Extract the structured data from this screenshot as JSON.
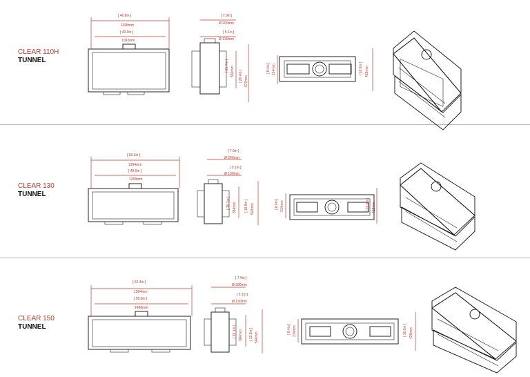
{
  "colors": {
    "dimension": "#c0392b",
    "drawing": "#222222",
    "separator": "#b8b8b8"
  },
  "models": [
    {
      "name": "CLEAR 110H",
      "type": "TUNNEL",
      "front": {
        "overall_in": "[ 46.8in ]",
        "overall_mm": "1188mm",
        "glass_in": "[ 43.0in ]",
        "glass_mm": "1092mm"
      },
      "side": {
        "flue_outer_in": "[ 7.9in ]",
        "flue_outer_mm": "Ø 200mm",
        "flue_inner_in": "[ 5.1in ]",
        "flue_inner_mm": "Ø 130mm",
        "h1_in": "[ 21.7in ]",
        "h1_mm": "550mm",
        "h2_in": "[ 26.4in ]",
        "h2_mm": "670mm"
      },
      "top": {
        "depth_in": "[ 8.4in ]",
        "depth_mm": "214mm",
        "width_in": "[ 16.9in ]",
        "width_mm": "428mm"
      }
    },
    {
      "name": "CLEAR 130",
      "type": "TUNNEL",
      "front": {
        "overall_in": "[ 53.3in ]",
        "overall_mm": "1354mm",
        "glass_in": "[ 49.5in ]",
        "glass_mm": "1258mm"
      },
      "side": {
        "flue_outer_in": "[ 7.9in ]",
        "flue_outer_mm": "Ø 200mm",
        "flue_inner_in": "[ 5.1in ]",
        "flue_inner_mm": "Ø 130mm",
        "h1_in": "[ 15.1in ]",
        "h1_mm": "384mm",
        "h2_in": "[ 19.8in ]",
        "h2_mm": "504mm"
      },
      "top": {
        "depth_in": "[ 8.4in ]",
        "depth_mm": "214mm",
        "width_in": "[ 16.9in ]",
        "width_mm": "428mm"
      }
    },
    {
      "name": "CLEAR 150",
      "type": "TUNNEL",
      "front": {
        "overall_in": "[ 62.4in ]",
        "overall_mm": "1584mm",
        "glass_in": "[ 58.6in ]",
        "glass_mm": "1488mm"
      },
      "side": {
        "flue_outer_in": "[ 7.9in ]",
        "flue_outer_mm": "Ø 200mm",
        "flue_inner_in": "[ 5.1in ]",
        "flue_inner_mm": "Ø 130mm",
        "h1_in": "[ 15.1in ]",
        "h1_mm": "384mm",
        "h2_in": "[ 19.8in ]",
        "h2_mm": "504mm"
      },
      "top": {
        "depth_in": "[ 8.4in ]",
        "depth_mm": "214mm",
        "width_in": "[ 16.9in ]",
        "width_mm": "428mm"
      }
    }
  ]
}
